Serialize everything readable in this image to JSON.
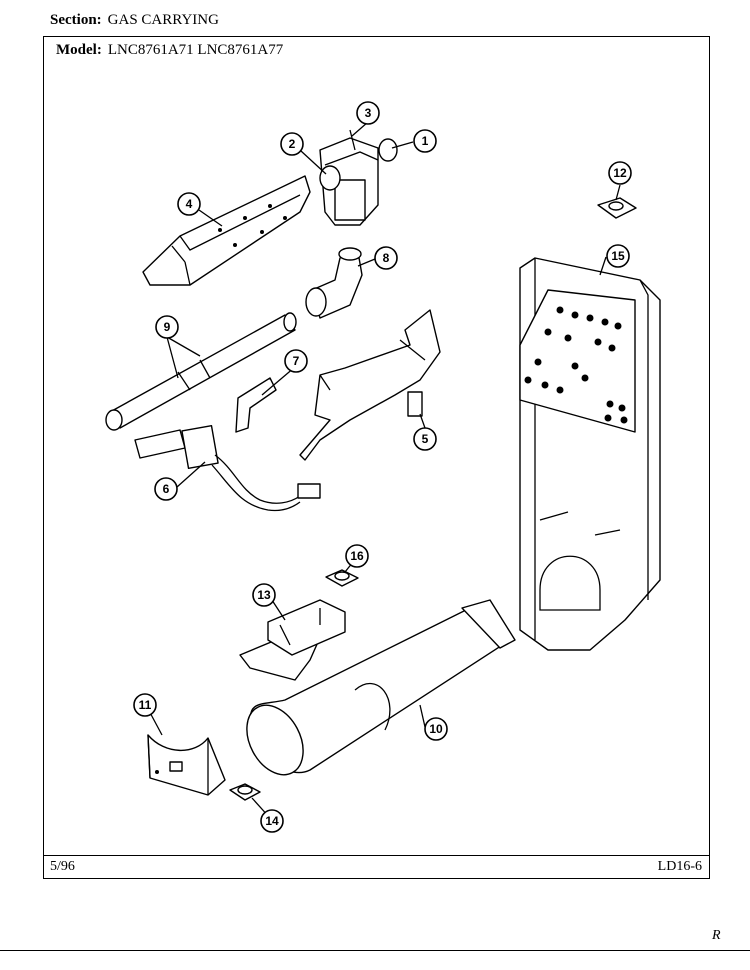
{
  "header": {
    "section_label": "Section:",
    "section_value": "GAS CARRYING",
    "model_label": "Model:",
    "model_value": "LNC8761A71  LNC8761A77"
  },
  "footer": {
    "date": "5/96",
    "page_code": "LD16-6",
    "corner_mark": "R"
  },
  "callouts": [
    "1",
    "2",
    "3",
    "4",
    "5",
    "6",
    "7",
    "8",
    "9",
    "10",
    "11",
    "12",
    "13",
    "14",
    "15",
    "16"
  ]
}
